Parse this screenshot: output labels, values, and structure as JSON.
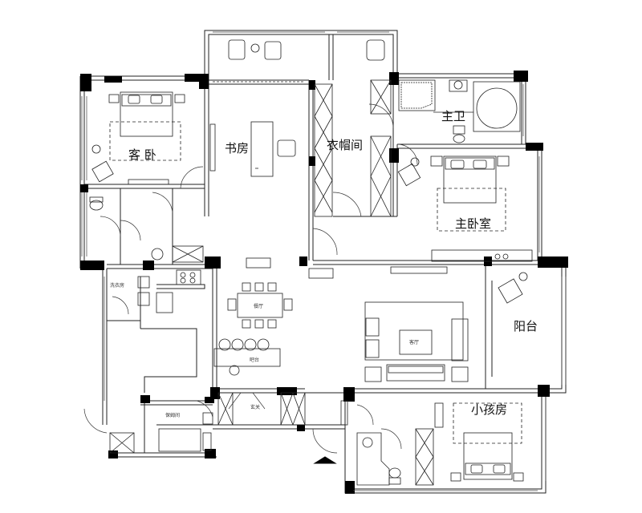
{
  "colors": {
    "wall": "#000000",
    "line": "#222222",
    "background": "#ffffff"
  },
  "icons": [
    "bed-icon",
    "sofa-icon",
    "chair-icon",
    "toilet-icon",
    "bathtub-icon",
    "dining-table-icon",
    "stove-icon",
    "sink-icon",
    "desk-icon",
    "wardrobe-icon",
    "entrance-arrow-icon"
  ],
  "rooms": {
    "guest_bedroom": "客  卧",
    "study": "书房",
    "cloakroom": "衣帽间",
    "master_bath": "主卫",
    "master_bedroom": "主卧室",
    "balcony": "阳台",
    "kids_room": "小孩房"
  },
  "small_labels": {
    "laundry": "洗衣房",
    "dining": "餐厅",
    "bar": "吧台",
    "living": "客厅",
    "service_room": "保姆间",
    "foyer": "玄关"
  }
}
